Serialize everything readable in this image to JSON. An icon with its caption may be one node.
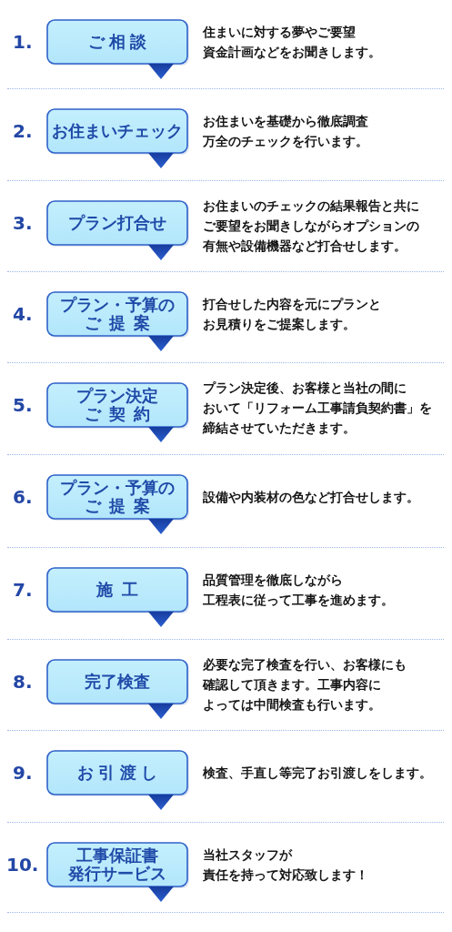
{
  "diagram": {
    "nodes": [
      {
        "text": [
          "ご相談"
        ],
        "beside": [
          "1.",
          "住まいに対する夢やご要望資金計画などをお聞きします。"
        ]
      },
      {
        "text": [
          "お住まいチェック"
        ],
        "beside": [
          "2.",
          "お住まいを基礎から徹底調査万全のチェックを行います。"
        ]
      },
      {
        "text": [
          "プラン打合せ"
        ],
        "beside": [
          "3.",
          "お住まいのチェックの結果報告と共にご要望をお聞きしながらオプションの有無や設備機器など打合せします。"
        ]
      },
      {
        "text": [
          "プラン・予算のご提案"
        ],
        "beside": [
          "4.",
          "打合せした内容を元にプランとお見積りをご提案します。"
        ]
      },
      {
        "text": [
          "プラン決定ご契約"
        ],
        "beside": [
          "5.",
          "プラン決定後、お客様と当社の間において「リフォーム工事請負契約書」を締結させていただきます。"
        ]
      },
      {
        "text": [
          "プラン・予算のご提案"
        ],
        "beside": [
          "6.",
          "設備や内装材の色など打合せします。"
        ]
      },
      {
        "text": [
          "施工"
        ],
        "beside": [
          "7.",
          "品質管理を徹底しながら工程表に従って工事を進めます。"
        ]
      },
      {
        "text": [
          "完了検査"
        ],
        "beside": [
          "8.",
          "必要な完了検査を行い、お客様にも確認して頂きます。工事内容によっては中間検査も行います。"
        ]
      },
      {
        "text": [
          "お引渡し"
        ],
        "beside": [
          "9.",
          "検査、手直し等完了お引渡しをします。"
        ]
      },
      {
        "text": [
          "工事保証書発行サービス"
        ],
        "beside": [
          "10.",
          "当社スタッフが責任を持って対応致します！"
        ]
      }
    ]
  }
}
